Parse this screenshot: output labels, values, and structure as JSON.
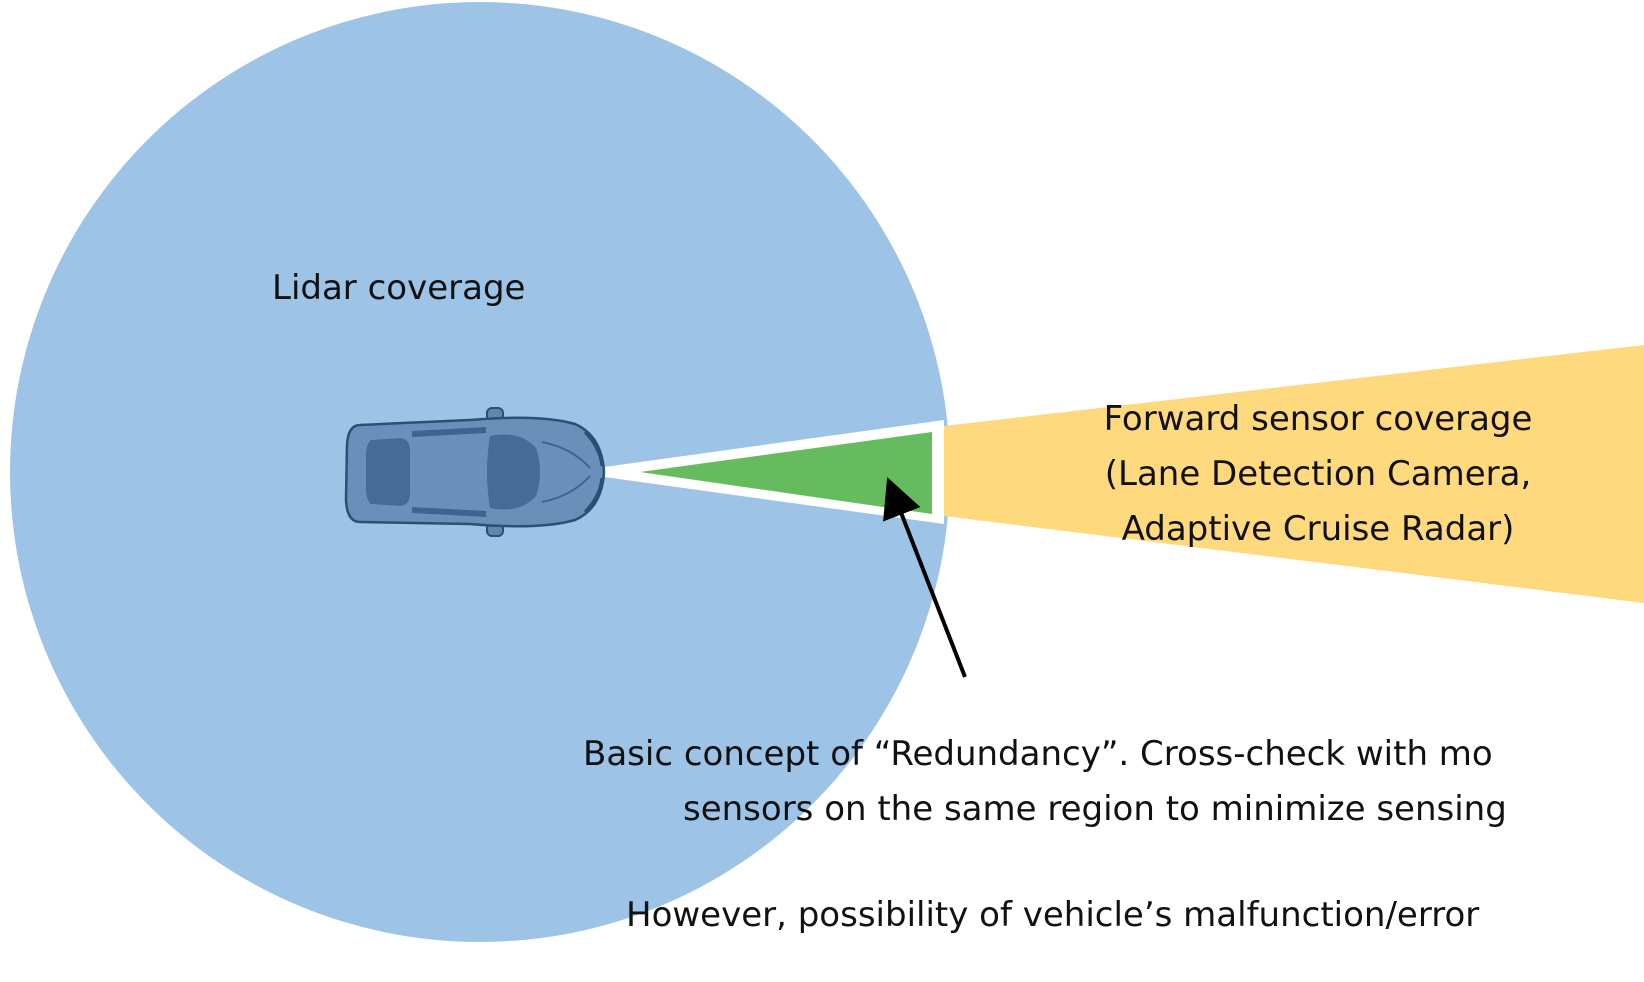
{
  "labels": {
    "lidar": "Lidar coverage",
    "forward_line1": "Forward sensor coverage",
    "forward_line2": "(Lane Detection Camera,",
    "forward_line3": "Adaptive Cruise Radar)",
    "redundancy_line1": "Basic concept of “Redundancy”. Cross-check with mo",
    "redundancy_line2": "sensors on the same region to minimize sensing",
    "malfunction_line": "However, possibility of vehicle’s malfunction/error"
  },
  "colors": {
    "lidar_fill": "#9DC3E6",
    "forward_fill": "#FFD97D",
    "overlap_fill": "#66BB5E",
    "car_body": "#5E87B2",
    "car_dark": "#3F658F",
    "car_outline": "#2E4F74",
    "arrow": "#000000",
    "text": "#111111"
  },
  "icons": {
    "vehicle": "car-top-view-icon",
    "pointer": "arrow-icon"
  }
}
